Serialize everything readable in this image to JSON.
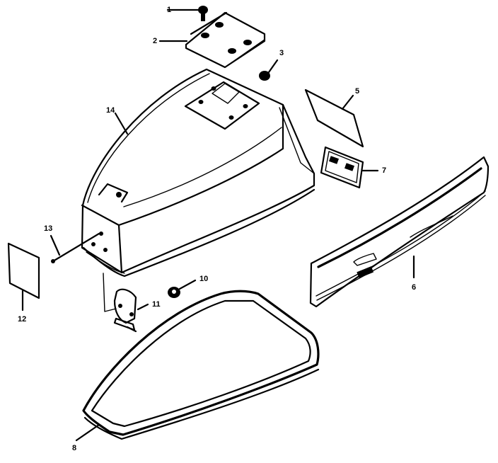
{
  "diagram": {
    "type": "exploded parts diagram",
    "subject": "outboard motor cover (engine hood) assembly",
    "callouts": [
      {
        "id": "1",
        "label": "1",
        "part": "screw"
      },
      {
        "id": "2",
        "label": "2",
        "part": "plate"
      },
      {
        "id": "3",
        "label": "3",
        "part": "grommet"
      },
      {
        "id": "5",
        "label": "5",
        "part": "decal"
      },
      {
        "id": "6",
        "label": "6",
        "part": "side decal"
      },
      {
        "id": "7",
        "label": "7",
        "part": "label"
      },
      {
        "id": "8",
        "label": "8",
        "part": "seal"
      },
      {
        "id": "10",
        "label": "10",
        "part": "grommet"
      },
      {
        "id": "11",
        "label": "11",
        "part": "bracket"
      },
      {
        "id": "12",
        "label": "12",
        "part": "decal"
      },
      {
        "id": "13",
        "label": "13",
        "part": "screw"
      },
      {
        "id": "14",
        "label": "14",
        "part": "motor cover"
      }
    ]
  }
}
